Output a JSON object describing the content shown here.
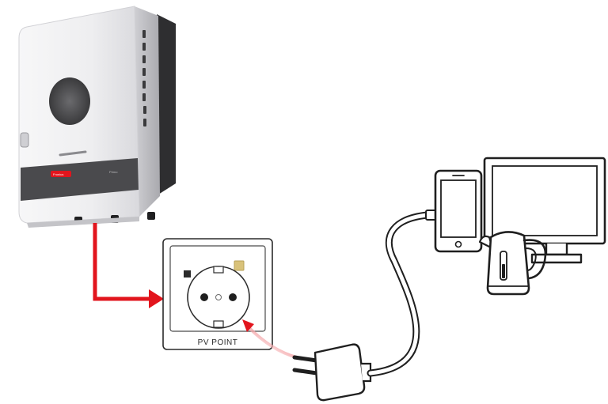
{
  "socket": {
    "label": "PV POINT"
  },
  "inverter": {
    "brand": "Fronius",
    "model": "Primo"
  },
  "colors": {
    "arrow_red": "#e2151d",
    "plug_glow": "#f4a3a6",
    "line_dark": "#1f1f1f",
    "panel_gray": "#4a4a4d"
  },
  "devices": {
    "icons": [
      "smartphone-icon",
      "monitor-icon",
      "kettle-icon"
    ]
  }
}
